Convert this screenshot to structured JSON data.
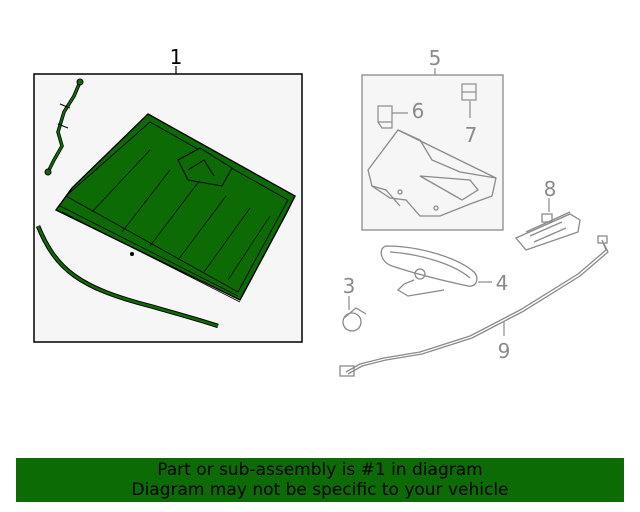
{
  "callouts": {
    "c1": "1",
    "c3": "3",
    "c4": "4",
    "c5": "5",
    "c6": "6",
    "c7": "7",
    "c8": "8",
    "c9": "9"
  },
  "banner": {
    "line1": "Part or sub-assembly is #1 in diagram",
    "line2": "Diagram may not be specific to your vehicle"
  },
  "colors": {
    "highlight": "#0d6b05",
    "part_line": "#8a8a8a",
    "box_fill": "#f6f6f6"
  }
}
